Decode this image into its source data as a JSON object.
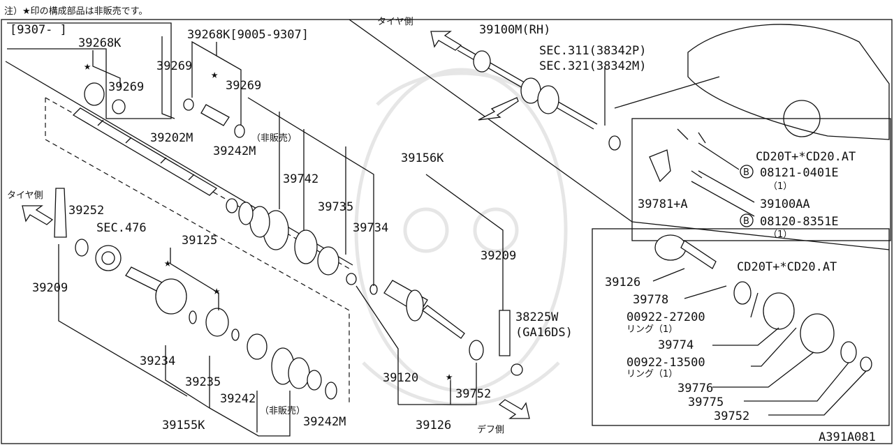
{
  "note": "注）★印の構成部品は非販売です。",
  "date_range_left": "[9307-     ]",
  "tire_side": "タイヤ側",
  "diff_side": "デフ側",
  "not_for_sale": "（非販売）",
  "ring_1": "リング（1）",
  "qty_1": "（1）",
  "bolt_symbol": "B",
  "star": "★",
  "diagram_id": "A391A081",
  "labels": {
    "p39268K": "39268K",
    "p39268K_date": "39268K[9005-9307]",
    "p39269_a": "39269",
    "p39269_b": "39269",
    "p39269_c": "39269",
    "p39202M": "39202M",
    "p39242M_a": "39242M",
    "p39742": "39742",
    "p39735": "39735",
    "p39734": "39734",
    "p39156K": "39156K",
    "p39209_a": "39209",
    "p39209_b": "39209",
    "p39252": "39252",
    "sec476": "SEC.476",
    "p39125": "39125",
    "p39234": "39234",
    "p39235": "39235",
    "p39242": "39242",
    "p39242M_b": "39242M",
    "p39155K": "39155K",
    "p39120": "39120",
    "p39752_a": "39752",
    "p39126_a": "39126",
    "p38225W": "38225W",
    "ga16ds": "(GA16DS)",
    "p39100M": "39100M(RH)",
    "sec311": "SEC.311(38342P)",
    "sec321": "SEC.321(38342M)",
    "cd20t_a": "CD20T+*CD20.AT",
    "bolt1": "08121-0401E",
    "p39100AA": "39100AA",
    "bolt2": "08120-8351E",
    "p39781": "39781+A",
    "cd20t_b": "CD20T+*CD20.AT",
    "p39126_b": "39126",
    "p39778": "39778",
    "p00922_27200": "00922-27200",
    "p39774": "39774",
    "p00922_13500": "00922-13500",
    "p39776": "39776",
    "p39775": "39775",
    "p39752_b": "39752"
  }
}
